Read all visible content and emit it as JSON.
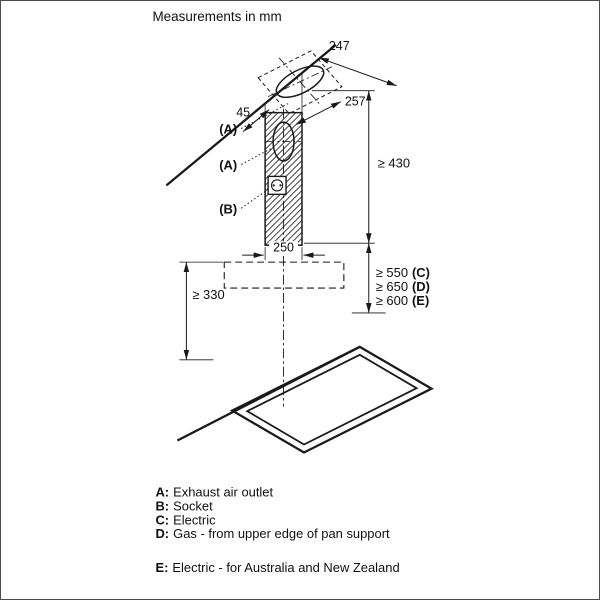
{
  "title": "Measurements in mm",
  "diagram": {
    "callouts": {
      "exhaust_ceiling": "(A)",
      "exhaust_wall": "(A)",
      "socket": "(B)"
    },
    "dims": {
      "outlet_width": "247",
      "outlet_depth": "257",
      "ceiling_offset": "45",
      "min_chimney_height": "≥ 430",
      "duct_cutout_width": "250",
      "min_side_clearance": "≥ 330",
      "min_hob_distance_electric": "≥ 550",
      "min_hob_distance_electric_ref": "(C)",
      "min_hob_distance_gas": "≥ 650",
      "min_hob_distance_gas_ref": "(D)",
      "min_hob_distance_anz": "≥ 600",
      "min_hob_distance_anz_ref": "(E)"
    }
  },
  "legend": [
    {
      "key": "A:",
      "text": "Exhaust air outlet"
    },
    {
      "key": "B:",
      "text": "Socket"
    },
    {
      "key": "C:",
      "text": "Electric"
    },
    {
      "key": "D:",
      "text": "Gas - from upper edge of pan support"
    },
    {
      "key": "E:",
      "text": "Electric - for Australia and New Zealand"
    }
  ],
  "colors": {
    "line": "#1a1a1a",
    "background": "#ffffff",
    "border": "#4b4b4b"
  }
}
